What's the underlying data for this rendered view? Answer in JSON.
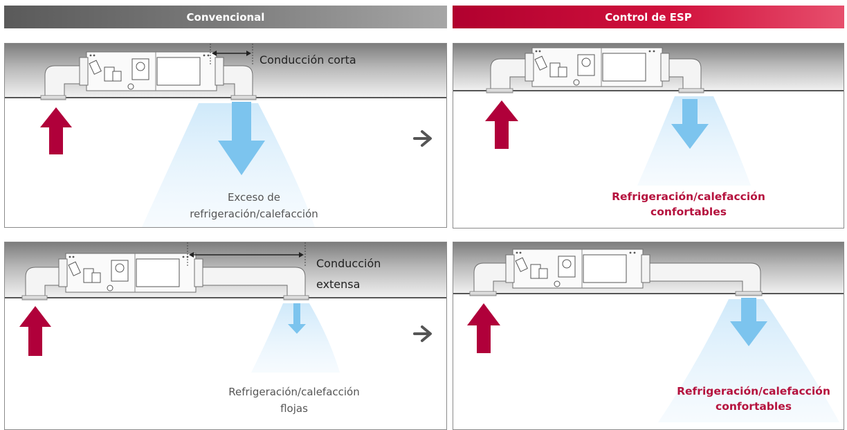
{
  "headers": {
    "conventional": "Convencional",
    "esp_control": "Control de ESP"
  },
  "panels": {
    "conv_short": {
      "duct_label": "Conducción corta",
      "outcome_line1": "Exceso de",
      "outcome_line2": "refrigeración/calefacción"
    },
    "esp_short": {
      "outcome_line1": "Refrigeración/calefacción",
      "outcome_line2": "confortables"
    },
    "conv_long": {
      "duct_label_line1": "Conducción",
      "duct_label_line2": "extensa",
      "outcome_line1": "Refrigeración/calefacción",
      "outcome_line2": "flojas"
    },
    "esp_long": {
      "outcome_line1": "Refrigeración/calefacción",
      "outcome_line2": "confortables"
    }
  },
  "colors": {
    "return_arrow": "#b0003a",
    "supply_arrow": "#7cc4ee",
    "comfort_text": "#b5123e",
    "header_red": "#c8102e",
    "header_grey": "#6e6e6e"
  },
  "icons": {
    "transition": "right-arrow-icon",
    "return_air": "up-arrow-icon",
    "supply_air": "down-arrow-icon"
  }
}
